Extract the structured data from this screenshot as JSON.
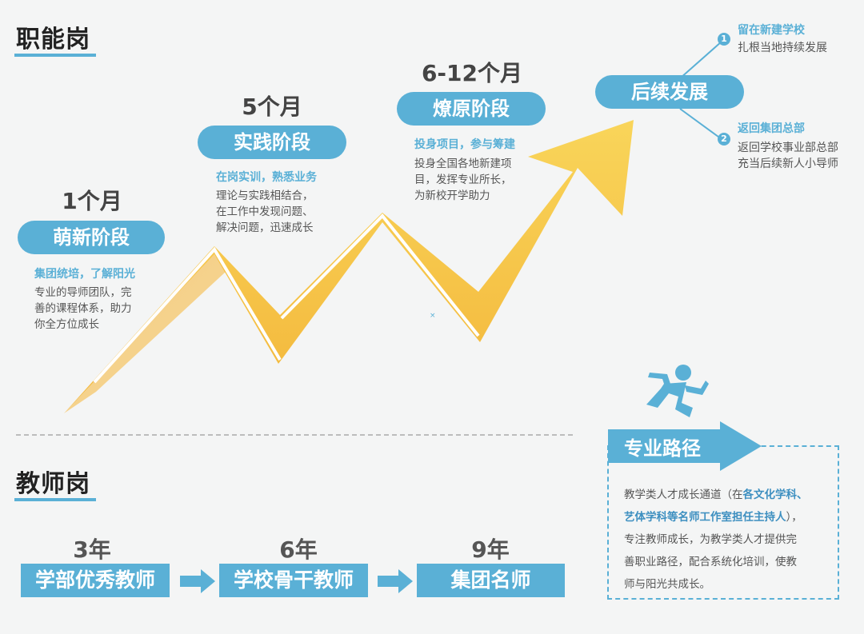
{
  "sections": {
    "functional_title": "职能岗",
    "teacher_title": "教师岗"
  },
  "stages": [
    {
      "duration": "1个月",
      "name": "萌新阶段",
      "subtitle": "集团统培，了解阳光",
      "desc_lines": [
        "专业的导师团队，完",
        "善的课程体系，助力",
        "你全方位成长"
      ]
    },
    {
      "duration": "5个月",
      "name": "实践阶段",
      "subtitle": "在岗实训，熟悉业务",
      "desc_lines": [
        "理论与实践相结合，",
        "在工作中发现问题、",
        "解决问题，迅速成长"
      ]
    },
    {
      "duration": "6-12个月",
      "name": "燎原阶段",
      "subtitle": "投身项目，参与筹建",
      "desc_lines": [
        "投身全国各地新建项",
        "目，发挥专业所长，",
        "为新校开学助力"
      ]
    }
  ],
  "followup": {
    "name": "后续发展",
    "branches": [
      {
        "num": "1",
        "title": "留在新建学校",
        "desc_lines": [
          "扎根当地持续发展"
        ]
      },
      {
        "num": "2",
        "title": "返回集团总部",
        "desc_lines": [
          "返回学校事业部总部",
          "充当后续新人小导师"
        ]
      }
    ]
  },
  "teacher_path": [
    {
      "years": "3年",
      "role": "学部优秀教师"
    },
    {
      "years": "6年",
      "role": "学校骨干教师"
    },
    {
      "years": "9年",
      "role": "集团名师"
    }
  ],
  "professional": {
    "title": "专业路径",
    "desc_lines": [
      [
        {
          "t": "教学类人才成长通道（在",
          "hl": false
        },
        {
          "t": "各文化学科、",
          "hl": true
        }
      ],
      [
        {
          "t": "艺体学科等名师工作室担任主持人",
          "hl": true
        },
        {
          "t": "），",
          "hl": false
        }
      ],
      [
        {
          "t": "专注教师成长，为教学类人才提供完",
          "hl": false
        }
      ],
      [
        {
          "t": "善职业路径，配合系统化培训，使教",
          "hl": false
        }
      ],
      [
        {
          "t": "师与阳光共成长。",
          "hl": false
        }
      ]
    ]
  },
  "colors": {
    "accent": "#5ab0d6",
    "arrow_light": "#f9d55a",
    "arrow_dark": "#f0a829"
  }
}
